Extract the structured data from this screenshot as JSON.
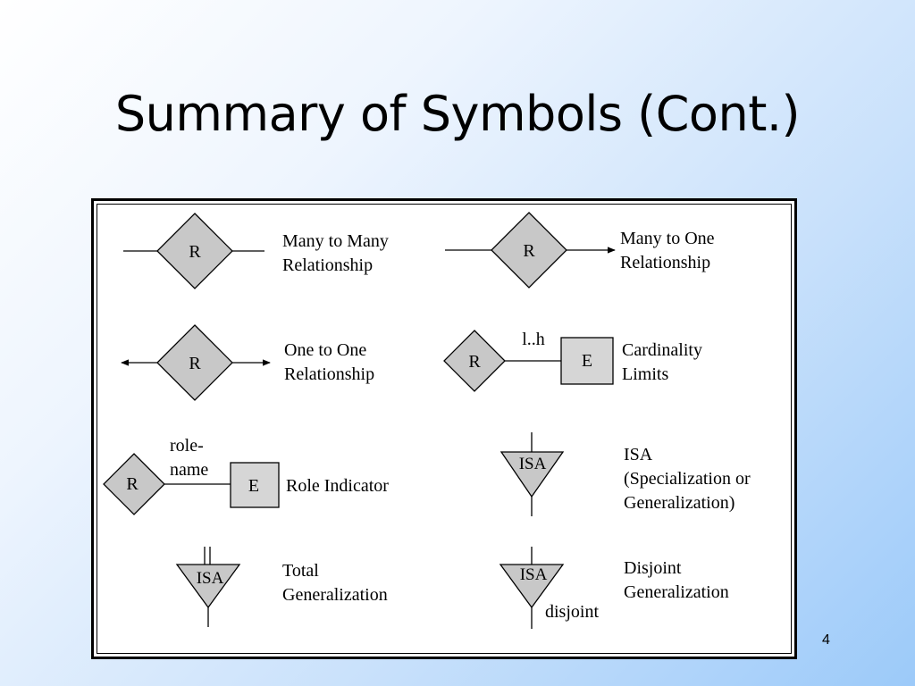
{
  "slide": {
    "title": "Summary of Symbols (Cont.)",
    "number": "4"
  },
  "symbols": {
    "many_to_many": {
      "shape": "R",
      "label1": "Many to Many",
      "label2": "Relationship"
    },
    "many_to_one": {
      "shape": "R",
      "label1": "Many to One",
      "label2": "Relationship"
    },
    "one_to_one": {
      "shape": "R",
      "label1": "One to One",
      "label2": "Relationship"
    },
    "cardinality": {
      "shape1": "R",
      "shape2": "E",
      "range": "l..h",
      "label1": "Cardinality",
      "label2": "Limits"
    },
    "role": {
      "shape1": "R",
      "shape2": "E",
      "role1": "role-",
      "role2": "name",
      "label": "Role Indicator"
    },
    "isa": {
      "shape": "ISA",
      "label1": "ISA",
      "label2": "(Specialization or",
      "label3": "Generalization)"
    },
    "total": {
      "shape": "ISA",
      "label1": "Total",
      "label2": "Generalization"
    },
    "disjoint": {
      "shape": "ISA",
      "tag": "disjoint",
      "label1": "Disjoint",
      "label2": "Generalization"
    }
  },
  "colors": {
    "symbol_fill": "#c8c8c8",
    "stroke": "#000000"
  }
}
